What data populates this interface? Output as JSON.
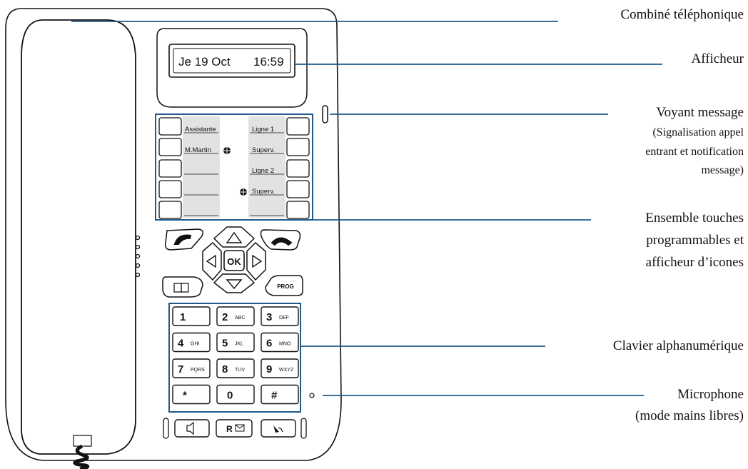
{
  "display": {
    "date": "Je 19 Oct",
    "time": "16:59"
  },
  "programmable_keys": {
    "left_labels": [
      "Assistante",
      "M.Martin",
      "",
      "",
      ""
    ],
    "right_labels": [
      "Ligne 1",
      "Superv.",
      "Ligne 2",
      "Superv.",
      ""
    ]
  },
  "nav": {
    "ok_label": "OK",
    "prog_label": "PROG"
  },
  "keypad": {
    "keys": [
      {
        "digit": "1",
        "letters": ""
      },
      {
        "digit": "2",
        "letters": "ABC"
      },
      {
        "digit": "3",
        "letters": "DEF"
      },
      {
        "digit": "4",
        "letters": "GHI"
      },
      {
        "digit": "5",
        "letters": "JKL"
      },
      {
        "digit": "6",
        "letters": "MNO"
      },
      {
        "digit": "7",
        "letters": "PQRS"
      },
      {
        "digit": "8",
        "letters": "TUV"
      },
      {
        "digit": "9",
        "letters": "WXYZ"
      },
      {
        "digit": "*",
        "letters": ""
      },
      {
        "digit": "0",
        "letters": ""
      },
      {
        "digit": "#",
        "letters": ""
      }
    ]
  },
  "bottom_keys": {
    "r_label": "R"
  },
  "callouts": {
    "handset": "Combiné téléphonique",
    "display": "Afficheur",
    "message_led_title": "Voyant message",
    "message_led_line1": "(Signalisation appel",
    "message_led_line2": "entrant et notification",
    "message_led_line3": "message)",
    "softkeys_line1": "Ensemble touches",
    "softkeys_line2": "programmables et",
    "softkeys_line3": "afficheur d’icones",
    "keypad": "Clavier alphanumérique",
    "microphone_line1": "Microphone",
    "microphone_line2": "(mode mains libres)"
  },
  "colors": {
    "outline": "#111111",
    "callout_line": "#1f5a8a",
    "label_strip": "#e2e2e2"
  }
}
